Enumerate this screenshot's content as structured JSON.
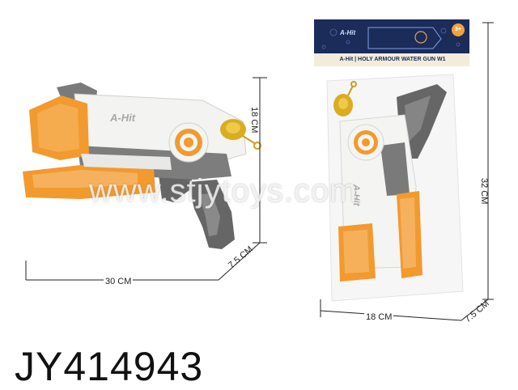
{
  "product": {
    "code": "JY414943",
    "brand": "A-Hit",
    "package_title": "A-Hit | HOLY ARMOUR WATER GUN W1",
    "age_badge": "3+"
  },
  "watermark": "www.stjytoys.com",
  "dimensions_left": {
    "height": "18 CM",
    "length": "30 CM",
    "depth": "7.5 CM"
  },
  "dimensions_right": {
    "height": "32 CM",
    "width": "18 CM",
    "depth": "7.5 CM"
  },
  "colors": {
    "orange": "#f29a2e",
    "dark_gray": "#5f5f5f",
    "white_body": "#f4f4f2",
    "navy_header": "#1b2b5a",
    "gold": "#d9ad1f"
  }
}
